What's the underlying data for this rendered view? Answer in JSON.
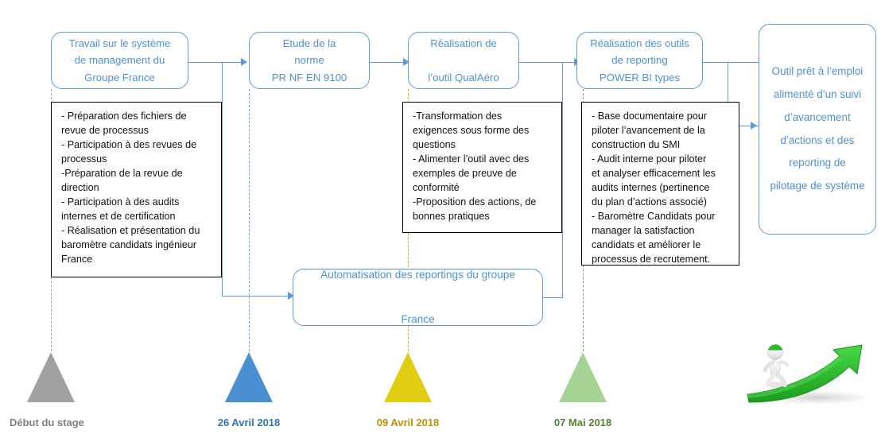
{
  "phases": [
    {
      "id": "phase-management-system",
      "title": "Travail sur le système\nde management du\nGroupe France"
    },
    {
      "id": "phase-norme-study",
      "title": "Etude de la\nnorme\nPR NF EN 9100"
    },
    {
      "id": "phase-qualaero-tool",
      "title": "Réalisation de\n\nl’outil QualAéro"
    },
    {
      "id": "phase-reporting-tools",
      "title": "Réalisation des outils\nde reporting\nPOWER BI types"
    },
    {
      "id": "phase-final-outcome",
      "title": "Outil prêt à l’emploi\nalimenté d’un suivi\nd’avancement\nd’actions et des\nreporting de\npilotage de système"
    },
    {
      "id": "phase-automation",
      "title": "Automatisation des reportings du groupe\n\nFrance"
    }
  ],
  "details": [
    {
      "id": "detail-management-system",
      "text": " - Préparation des fichiers de\n   revue de processus\n - Participation à des revues de\n   processus\n-Préparation de la revue de\n  direction\n - Participation à des audits\n   internes et de certification\n - Réalisation et présentation du\n   baromètre candidats ingénieur\n   France"
    },
    {
      "id": "detail-qualaero-tool",
      "text": " -Transformation des\n  exigences sous forme des\n  questions\n - Alimenter l’outil avec des\n   exemples de preuve de\n   conformité\n -Proposition des actions, de\n  bonnes pratiques"
    },
    {
      "id": "detail-reporting-tools",
      "text": " - Base documentaire pour\n   piloter l’avancement de la\n   construction du SMI\n - Audit interne pour piloter\n   et analyser efficacement les\n   audits internes (pertinence\n   du plan d’actions associé)\n - Baromètre Candidats pour\n   manager la satisfaction\n   candidats et améliorer le\n   processus de recrutement."
    }
  ],
  "milestones": [
    {
      "id": "milestone-start",
      "label": "Début du stage",
      "color": "#A0A0A0",
      "stroke": "#8C8C8C"
    },
    {
      "id": "milestone-26-avril",
      "label": "26 Avril 2018",
      "color": "#4A8FD0",
      "stroke": "#3A7CBC"
    },
    {
      "id": "milestone-09-avril",
      "label": "09 Avril 2018",
      "color": "#E0CE12",
      "stroke": "#BFA400"
    },
    {
      "id": "milestone-07-mai",
      "label": "07 Mai 2018",
      "color": "#A6D293",
      "stroke": "#7AA86A"
    }
  ],
  "caption_colors": {
    "start": "#808080",
    "blue": "#2E75B6",
    "yellow": "#BF9000",
    "green": "#548235"
  },
  "theme": {
    "accent_blue": "#5B9BD5",
    "text_blue": "#4E92CF",
    "detail_border": "#000000",
    "growth_arrow_green": "#2FB82F"
  },
  "decoration": {
    "growth_graphic_name": "running-figure-on-green-growth-arrow"
  }
}
